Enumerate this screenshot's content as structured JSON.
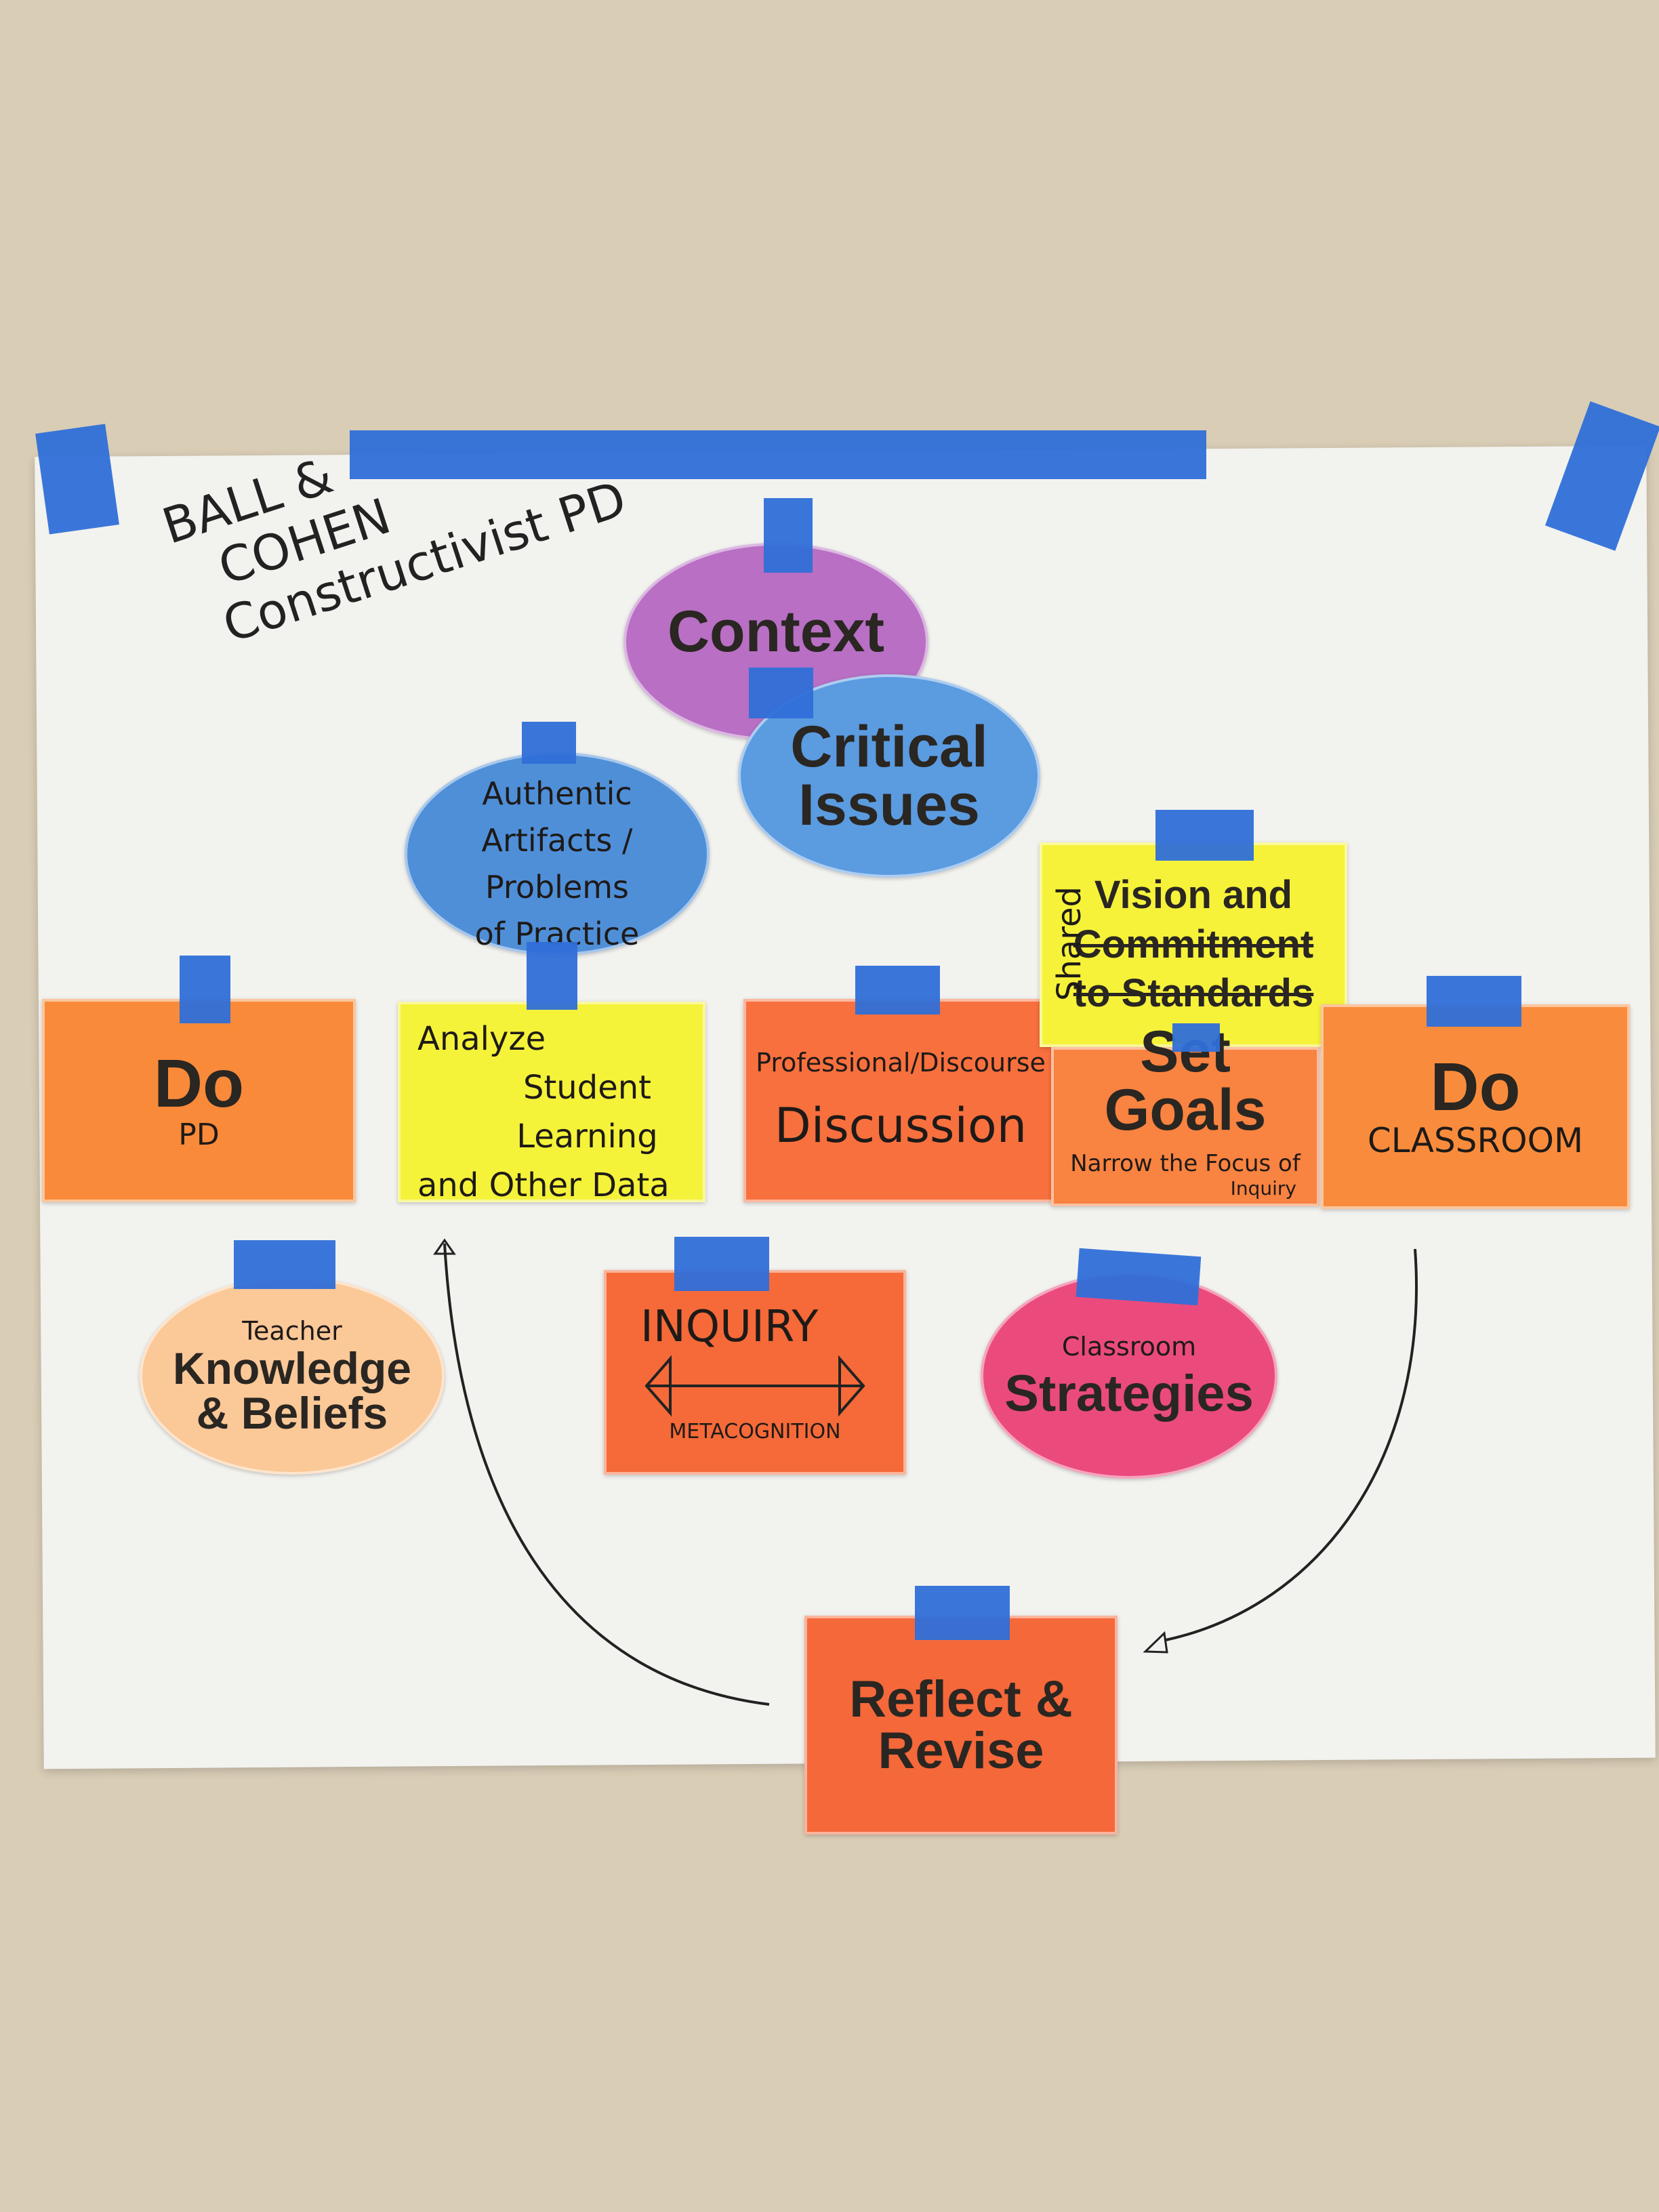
{
  "title": {
    "line1": "BALL &",
    "line2": "COHEN",
    "line3": "Constructivist PD"
  },
  "colors": {
    "wall": "#d9cdb6",
    "tape": "#2f6fd8",
    "orange": "#f98a3a",
    "yellow": "#f5f23a",
    "purple": "#b86fc4",
    "blue": "#5b9be0",
    "pink": "#ea4b7c",
    "peach": "#fbc898"
  },
  "nodes": {
    "context": {
      "label": "Context"
    },
    "critical": {
      "line1": "Critical",
      "line2": "Issues"
    },
    "authentic": {
      "line1": "Authentic",
      "line2": "Artifacts / Problems",
      "line3": "of Practice"
    },
    "do_pd": {
      "label": "Do",
      "note": "PD"
    },
    "analyze": {
      "line1": "Analyze",
      "line2": "Student Learning",
      "line3": "and Other Data"
    },
    "discussion": {
      "note": "Professional/Discourse",
      "label": "Discussion"
    },
    "vision": {
      "side": "Shared",
      "line1": "Vision and",
      "line2": "Commitment",
      "line3": "to Standards"
    },
    "set_goals": {
      "label": "Set Goals",
      "line2": "Narrow the Focus of",
      "line3": "Inquiry"
    },
    "do_classroom": {
      "label": "Do",
      "note": "CLASSROOM"
    },
    "knowledge": {
      "note": "Teacher",
      "line1": "Knowledge",
      "line2": "& Beliefs"
    },
    "inquiry": {
      "label": "INQUIRY",
      "note": "METACOGNITION"
    },
    "strategies": {
      "note": "Classroom",
      "label": "Strategies"
    },
    "reflect": {
      "line1": "Reflect &",
      "line2": "Revise"
    }
  }
}
